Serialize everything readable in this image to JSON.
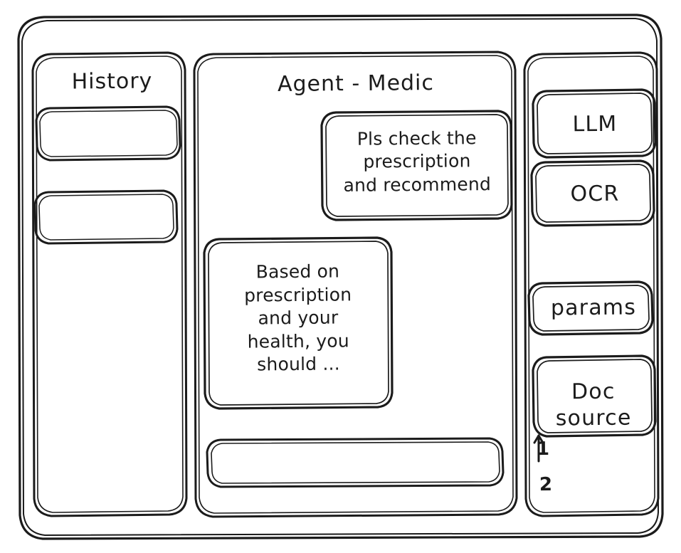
{
  "style": {
    "stroke_color": "#1b1b1b",
    "background_color": "#ffffff",
    "render": "hand-drawn-wireframe"
  },
  "window": {
    "frame_label": "app-window"
  },
  "sidebar": {
    "title": "History",
    "items": [
      {
        "label": "",
        "name": "history-item-1"
      },
      {
        "label": "",
        "name": "history-item-2"
      }
    ]
  },
  "main": {
    "title": "Agent - Medic",
    "messages": [
      {
        "role": "user",
        "text": "Pls check the\nprescription\nand recommend"
      },
      {
        "role": "assistant",
        "text": "Based on\nprescription\nand your\nhealth, you\nshould ..."
      }
    ],
    "composer": {
      "value": "",
      "placeholder": ""
    }
  },
  "tools_panel": {
    "cards": [
      {
        "label": "LLM",
        "name": "card-llm"
      },
      {
        "label": "OCR",
        "name": "card-ocr"
      },
      {
        "label": "params",
        "name": "card-params"
      },
      {
        "label": "Doc\nsource",
        "name": "card-docsource"
      }
    ],
    "doc_source_refs": [
      "1",
      "2"
    ]
  }
}
